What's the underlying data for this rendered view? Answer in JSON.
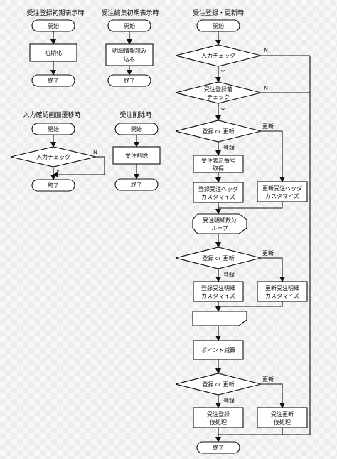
{
  "flows": {
    "init": {
      "title": "受注登録初期表示時",
      "start": "開始",
      "step": "初期化",
      "end": "終了"
    },
    "edit": {
      "title": "受注編集初期表示時",
      "start": "開始",
      "step": [
        "明細情報読み",
        "込み"
      ],
      "end": "終了"
    },
    "confirm": {
      "title": "入力確認画面遷移時",
      "start": "開始",
      "check": "入力チェック",
      "no": "N",
      "yes": "Y",
      "end": "終了"
    },
    "delete": {
      "title": "受注削除時",
      "start": "開始",
      "step": "受注削除",
      "end": "終了"
    },
    "update": {
      "title": "受注登録・更新時",
      "start": "開始",
      "check_input": "入力チェック",
      "check_pre": [
        "受注登録前",
        "チェック"
      ],
      "no": "N",
      "yes": "Y",
      "branch": "登録 or 更新",
      "register": "登録",
      "update": "更新",
      "order_no": [
        "受注表示番号",
        "取得"
      ],
      "reg_header": [
        "登録受注ヘッダ",
        "カスタマイズ"
      ],
      "upd_header": [
        "更新受注ヘッダ",
        "カスタマイズ"
      ],
      "loop": [
        "受注明細数分",
        "ループ"
      ],
      "reg_detail": [
        "登録受注明細",
        "カスタマイズ"
      ],
      "upd_detail": [
        "更新受注明細",
        "カスタマイズ"
      ],
      "points": "ポイント減算",
      "post_reg": [
        "受注登録",
        "後処理"
      ],
      "post_upd": [
        "受注更新",
        "後処理"
      ],
      "end": "終了"
    }
  }
}
